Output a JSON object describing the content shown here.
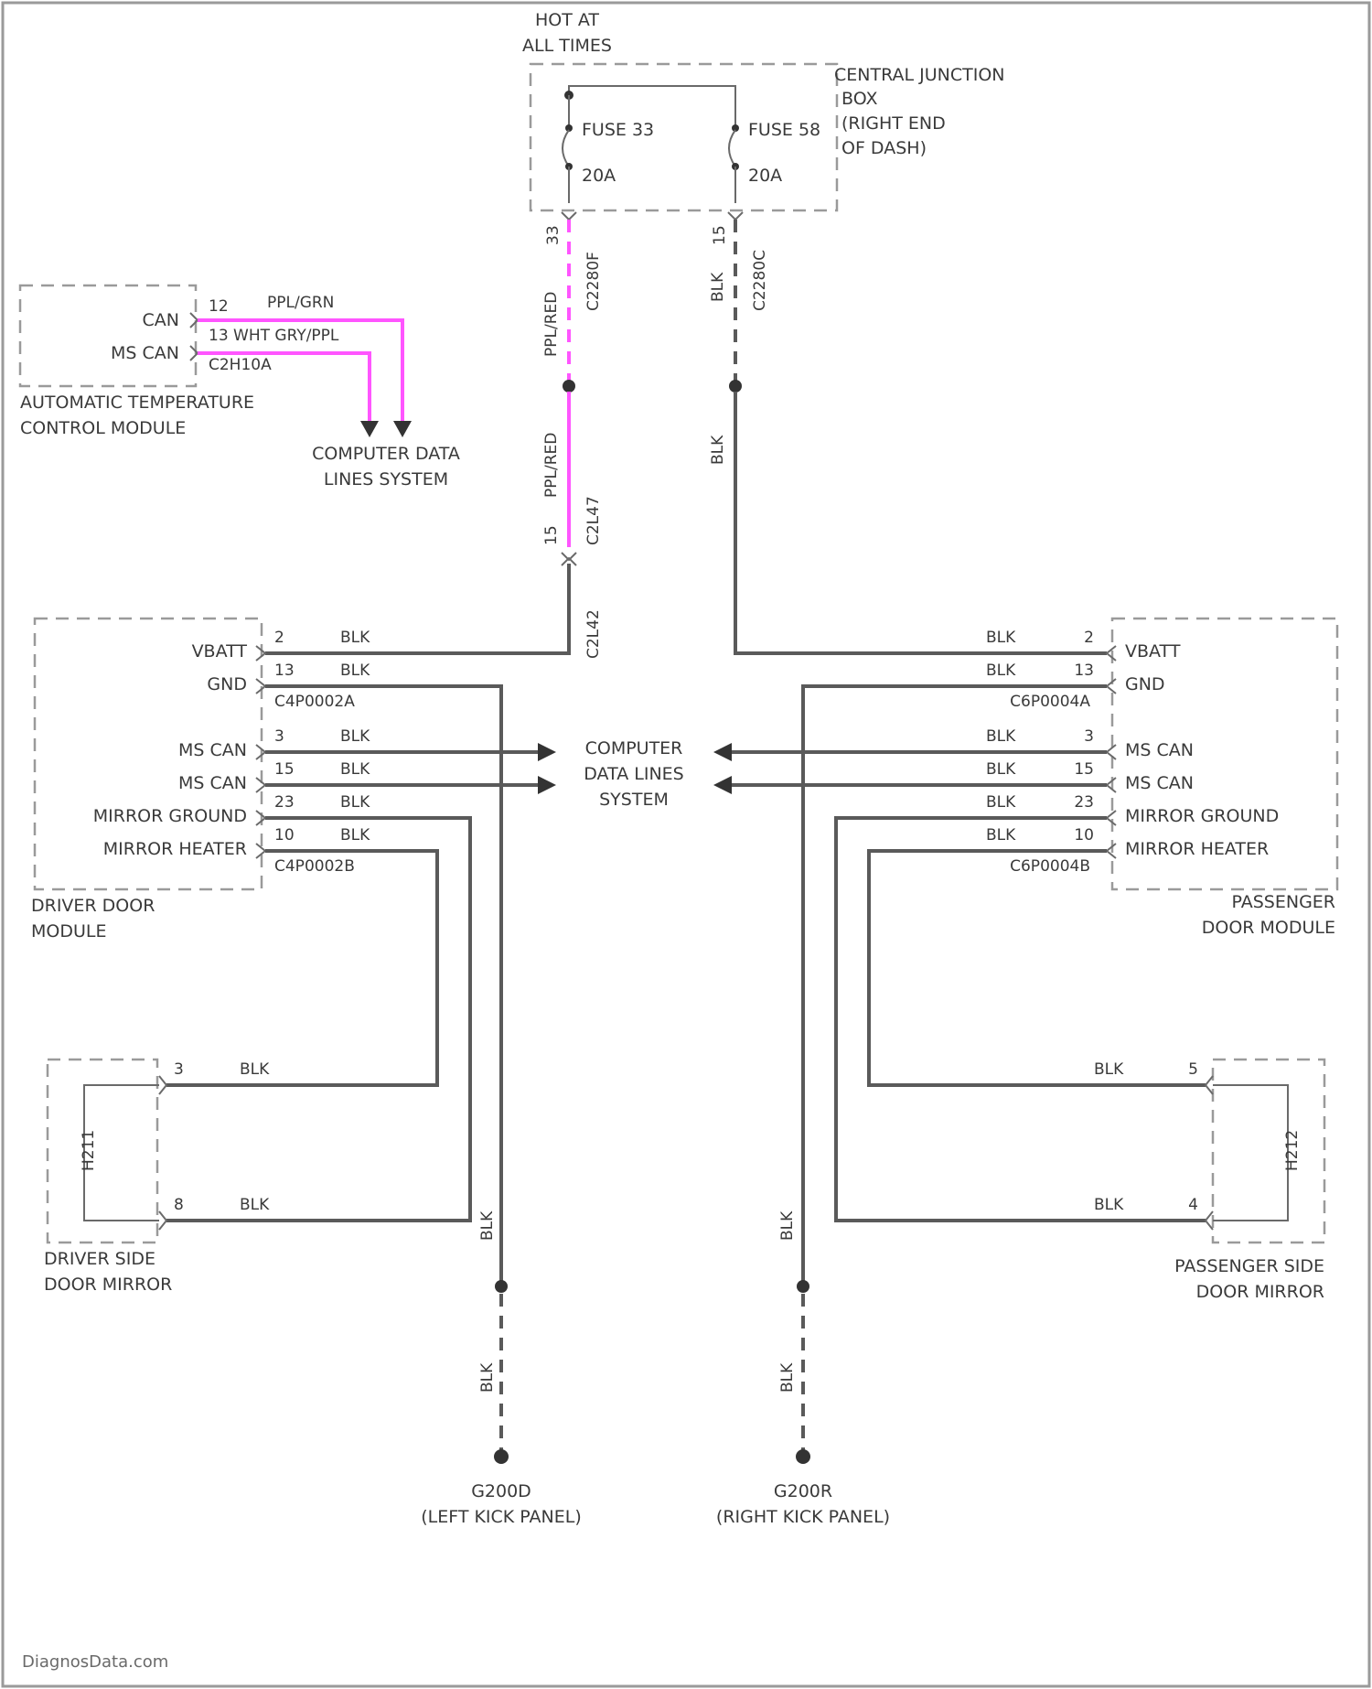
{
  "power": {
    "hot_line1": "HOT AT",
    "hot_line2": "ALL TIMES",
    "cjb_l1": "CENTRAL JUNCTION",
    "cjb_l2": "BOX",
    "cjb_l3": "(RIGHT END",
    "cjb_l4": "OF DASH)",
    "fuse1_name": "FUSE 33",
    "fuse1_amp": "20A",
    "fuse2_name": "FUSE 58",
    "fuse2_amp": "20A",
    "pin_33": "33",
    "pin_15": "15",
    "conn_c2280f": "C2280F",
    "conn_c2280c": "C2280C",
    "wire_pplred": "PPL/RED",
    "wire_blk": "BLK",
    "pin_c_15": "15",
    "conn_c2l47": "C2L47",
    "conn_c2l42": "C2L42"
  },
  "atc": {
    "pin12": "12",
    "wire12": "PPL/GRN",
    "can": "CAN",
    "ms_can": "MS CAN",
    "pin13_line": "13 WHT GRY/PPL",
    "conn": "C2H10A",
    "name1": "AUTOMATIC TEMPERATURE",
    "name2": "CONTROL MODULE",
    "cdl1": "COMPUTER DATA",
    "cdl2": "LINES SYSTEM"
  },
  "center": {
    "cdl1": "COMPUTER",
    "cdl2": "DATA LINES",
    "cdl3": "SYSTEM"
  },
  "driver": {
    "vbatt": "VBATT",
    "gnd": "GND",
    "ms_can_a": "MS CAN",
    "ms_can_b": "MS CAN",
    "mirror_ground": "MIRROR GROUND",
    "mirror_heater": "MIRROR HEATER",
    "pin_vbatt": "2",
    "pin_gnd": "13",
    "pin_can_a": "3",
    "pin_can_b": "15",
    "pin_mg": "23",
    "pin_mh": "10",
    "wire": "BLK",
    "conn_a": "C4P0002A",
    "conn_b": "C4P0002B",
    "name1": "DRIVER DOOR",
    "name2": "MODULE"
  },
  "passenger": {
    "vbatt": "VBATT",
    "gnd": "GND",
    "ms_can_a": "MS CAN",
    "ms_can_b": "MS CAN",
    "mirror_ground": "MIRROR GROUND",
    "mirror_heater": "MIRROR HEATER",
    "pin_vbatt": "2",
    "pin_gnd": "13",
    "pin_can_a": "3",
    "pin_can_b": "15",
    "pin_mg": "23",
    "pin_mh": "10",
    "wire": "BLK",
    "conn_a": "C6P0004A",
    "conn_b": "C6P0004B",
    "name1": "PASSENGER",
    "name2": "DOOR MODULE"
  },
  "driver_mirror": {
    "pin_top": "3",
    "pin_bot": "8",
    "wire": "BLK",
    "element": "H211",
    "name1": "DRIVER SIDE",
    "name2": "DOOR MIRROR"
  },
  "passenger_mirror": {
    "pin_top": "5",
    "pin_bot": "4",
    "wire": "BLK",
    "element": "H212",
    "name1": "PASSENGER SIDE",
    "name2": "DOOR MIRROR"
  },
  "grounds": {
    "left_wire": "BLK",
    "right_wire": "BLK",
    "left_id": "G200D",
    "left_loc": "(LEFT KICK PANEL)",
    "right_id": "G200R",
    "right_loc": "(RIGHT KICK PANEL)"
  },
  "watermark": "DiagnosData.com"
}
